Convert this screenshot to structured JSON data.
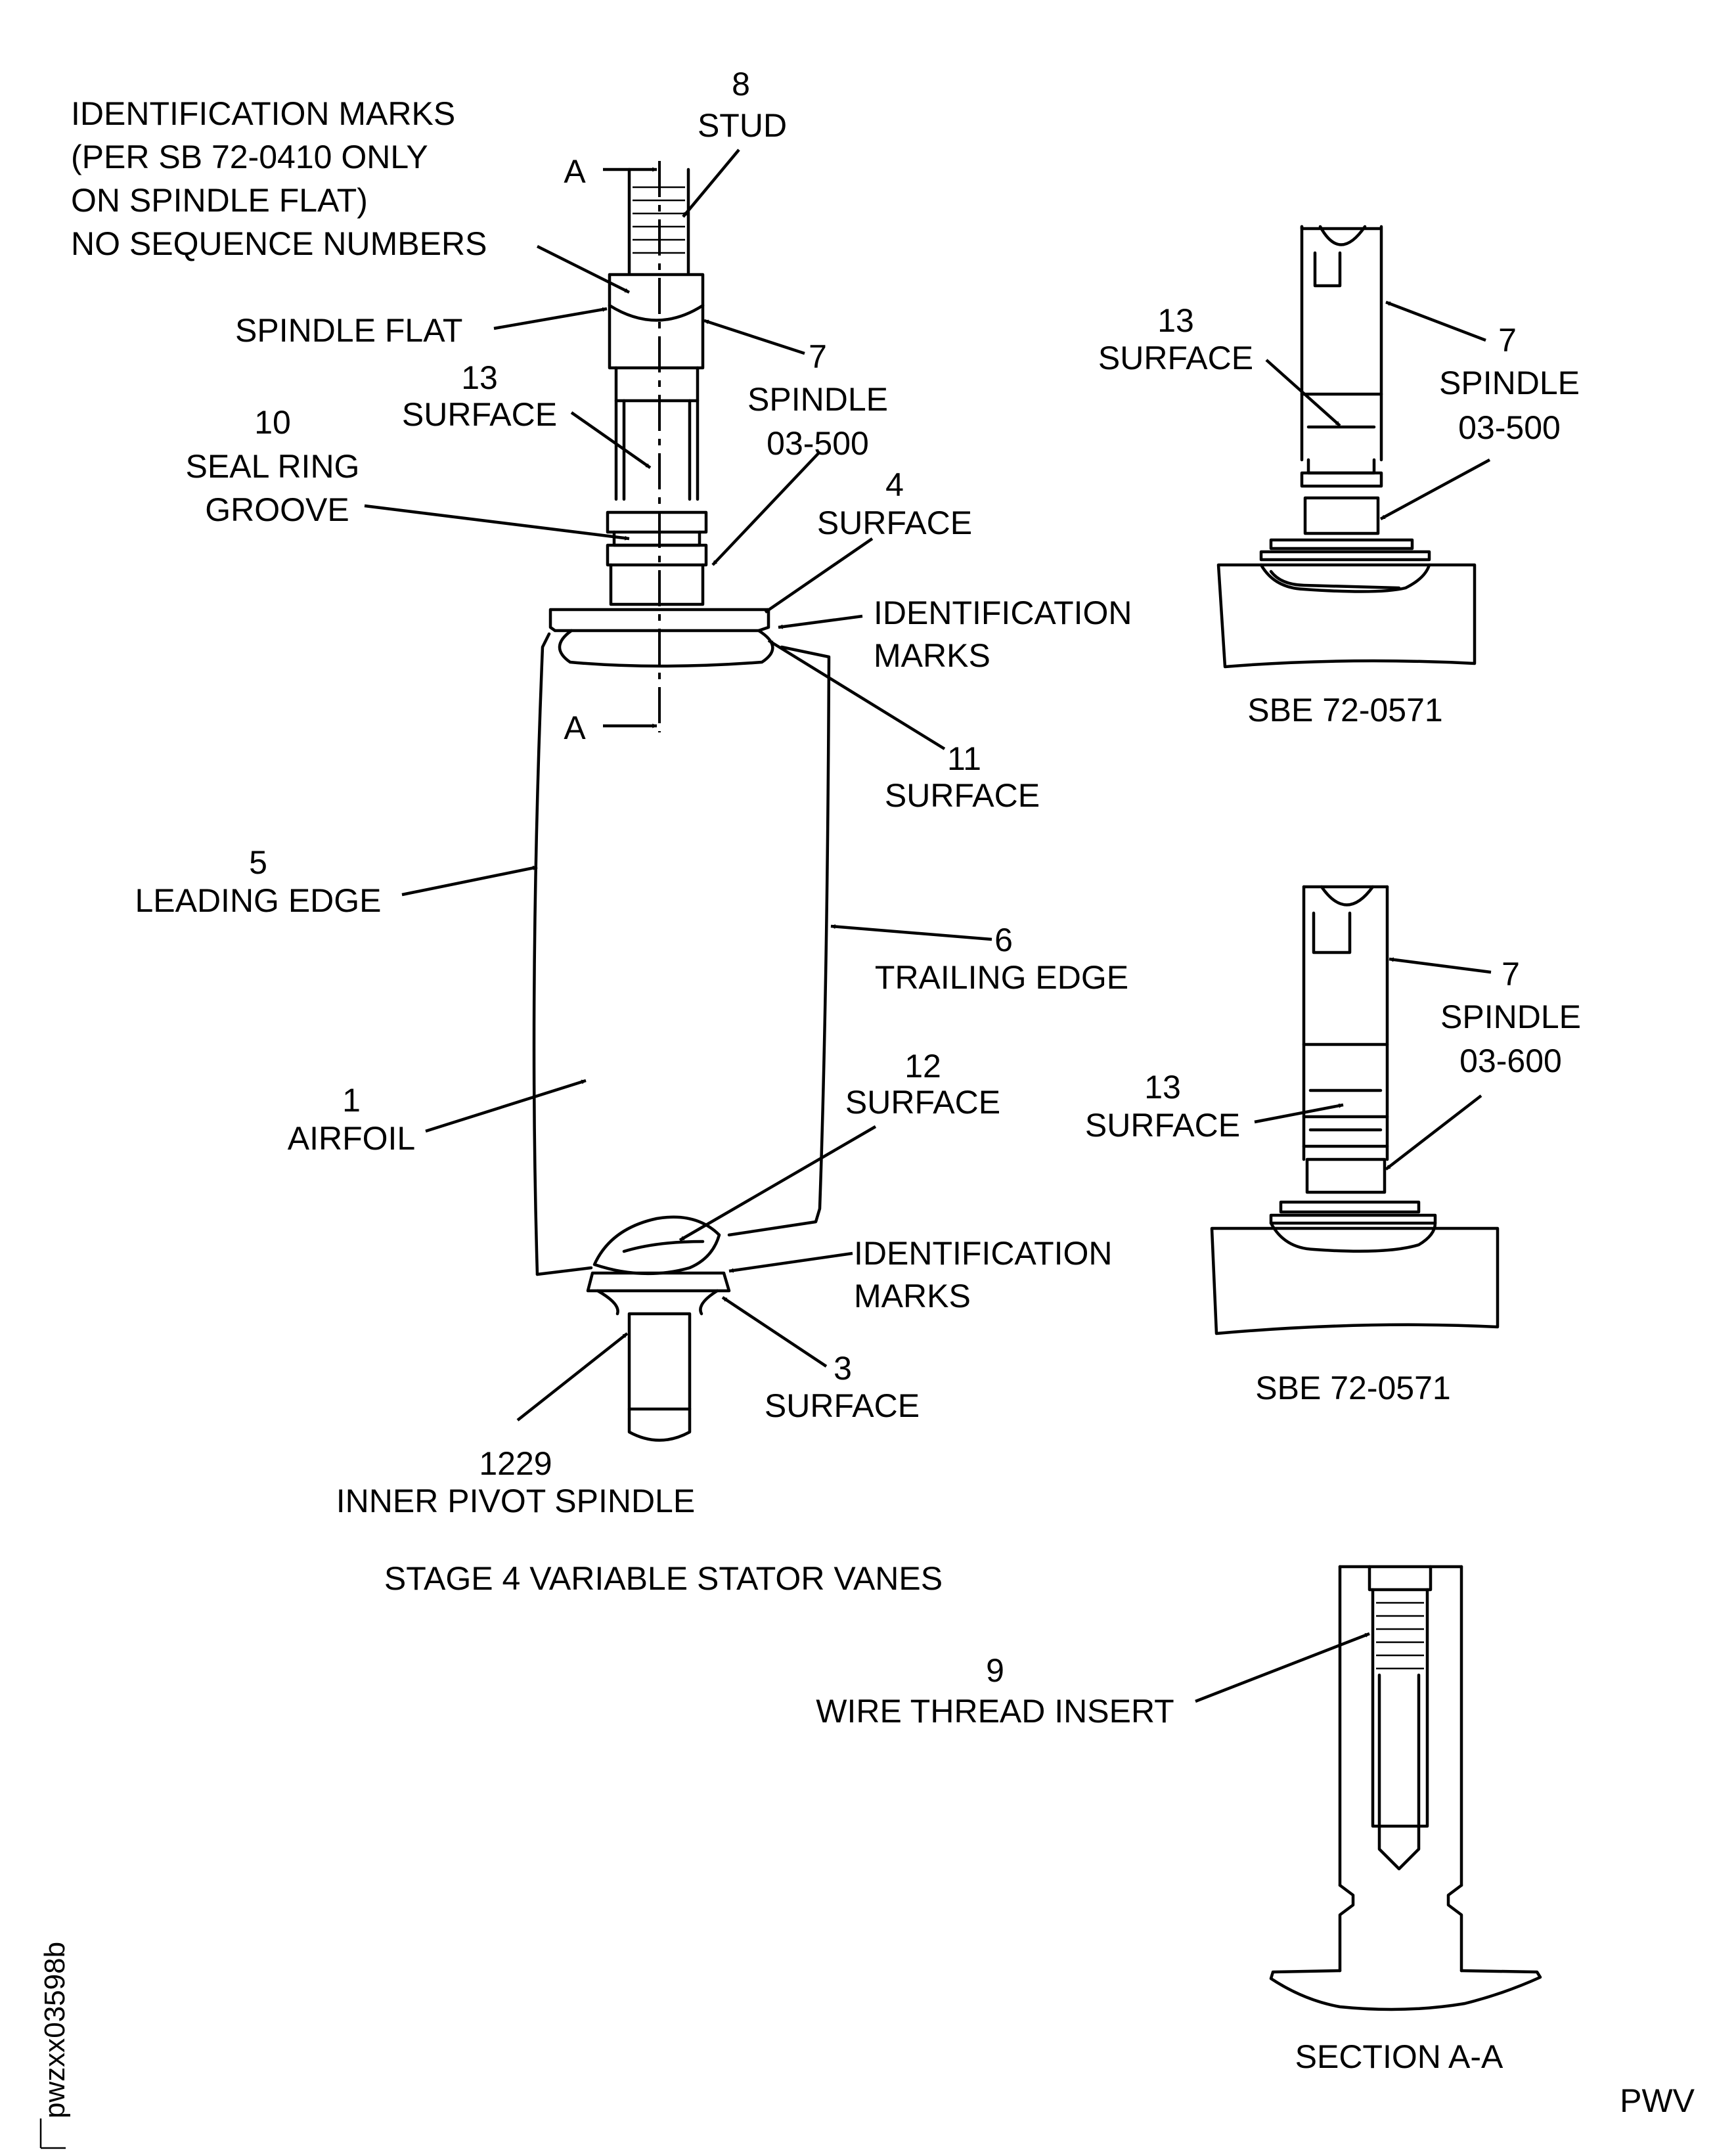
{
  "labels": {
    "id_marks_line1": "IDENTIFICATION MARKS",
    "id_marks_line2": "(PER SB 72-0410 ONLY",
    "id_marks_line3": "ON SPINDLE FLAT)",
    "id_marks_line4": "NO SEQUENCE NUMBERS",
    "stud_num": "8",
    "stud": "STUD",
    "section_a": "A",
    "spindle_flat": "SPINDLE FLAT",
    "surface13_num": "13",
    "surface": "SURFACE",
    "seal_num": "10",
    "seal_ring": "SEAL RING",
    "groove": "GROOVE",
    "spindle_num": "7",
    "spindle": "SPINDLE",
    "spindle_500": "03-500",
    "spindle_600": "03-600",
    "surface4_num": "4",
    "identification": "IDENTIFICATION",
    "marks": "MARKS",
    "surface11_num": "11",
    "leading_num": "5",
    "leading_edge": "LEADING EDGE",
    "trailing_num": "6",
    "trailing_edge": "TRAILING EDGE",
    "airfoil_num": "1",
    "airfoil": "AIRFOIL",
    "surface12_num": "12",
    "surface3_num": "3",
    "inner_num": "1229",
    "inner_pivot": "INNER PIVOT SPINDLE",
    "sbe": "SBE 72-0571",
    "wire_num": "9",
    "wire_thread": "WIRE THREAD INSERT",
    "section_aa": "SECTION A-A",
    "caption": "STAGE 4 VARIABLE STATOR VANES",
    "figure_id": "pwzxx03598b",
    "pwv": "PWV"
  }
}
